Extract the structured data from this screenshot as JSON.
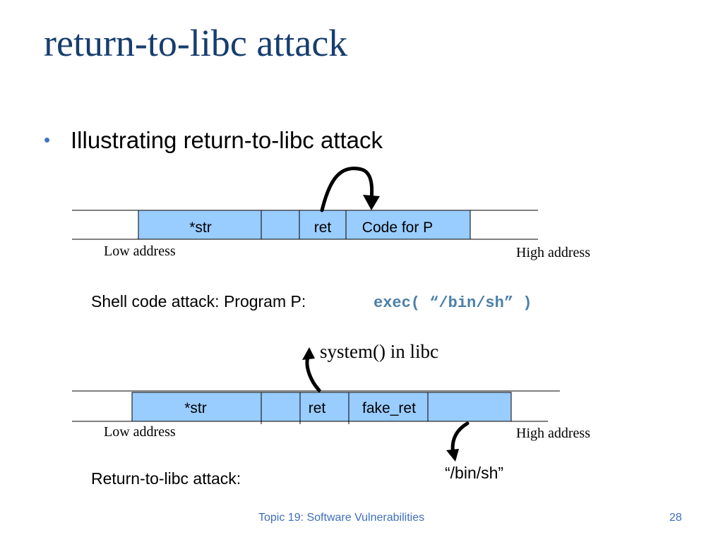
{
  "slide": {
    "title": "return-to-libc attack",
    "bullet": "Illustrating return-to-libc attack"
  },
  "diagram1": {
    "cells": [
      "*str",
      "",
      "ret",
      "Code for P"
    ],
    "low_label": "Low address",
    "high_label": "High address",
    "caption": "Shell code attack: Program P:",
    "code": "exec( “/bin/sh” )"
  },
  "diagram2": {
    "cells": [
      "*str",
      "",
      "ret",
      "fake_ret",
      ""
    ],
    "low_label": "Low address",
    "high_label": "High address",
    "system_label": "system() in libc",
    "binsh_label": "“/bin/sh”",
    "caption": "Return-to-libc attack:"
  },
  "footer": {
    "topic": "Topic 19: Software Vulnerabilities",
    "page": "28"
  },
  "colors": {
    "title": "#163d6e",
    "cell_fill": "#99ccff",
    "bullet": "#3f74c4",
    "code": "#4a7fa8",
    "footer": "#3f6ebd"
  }
}
